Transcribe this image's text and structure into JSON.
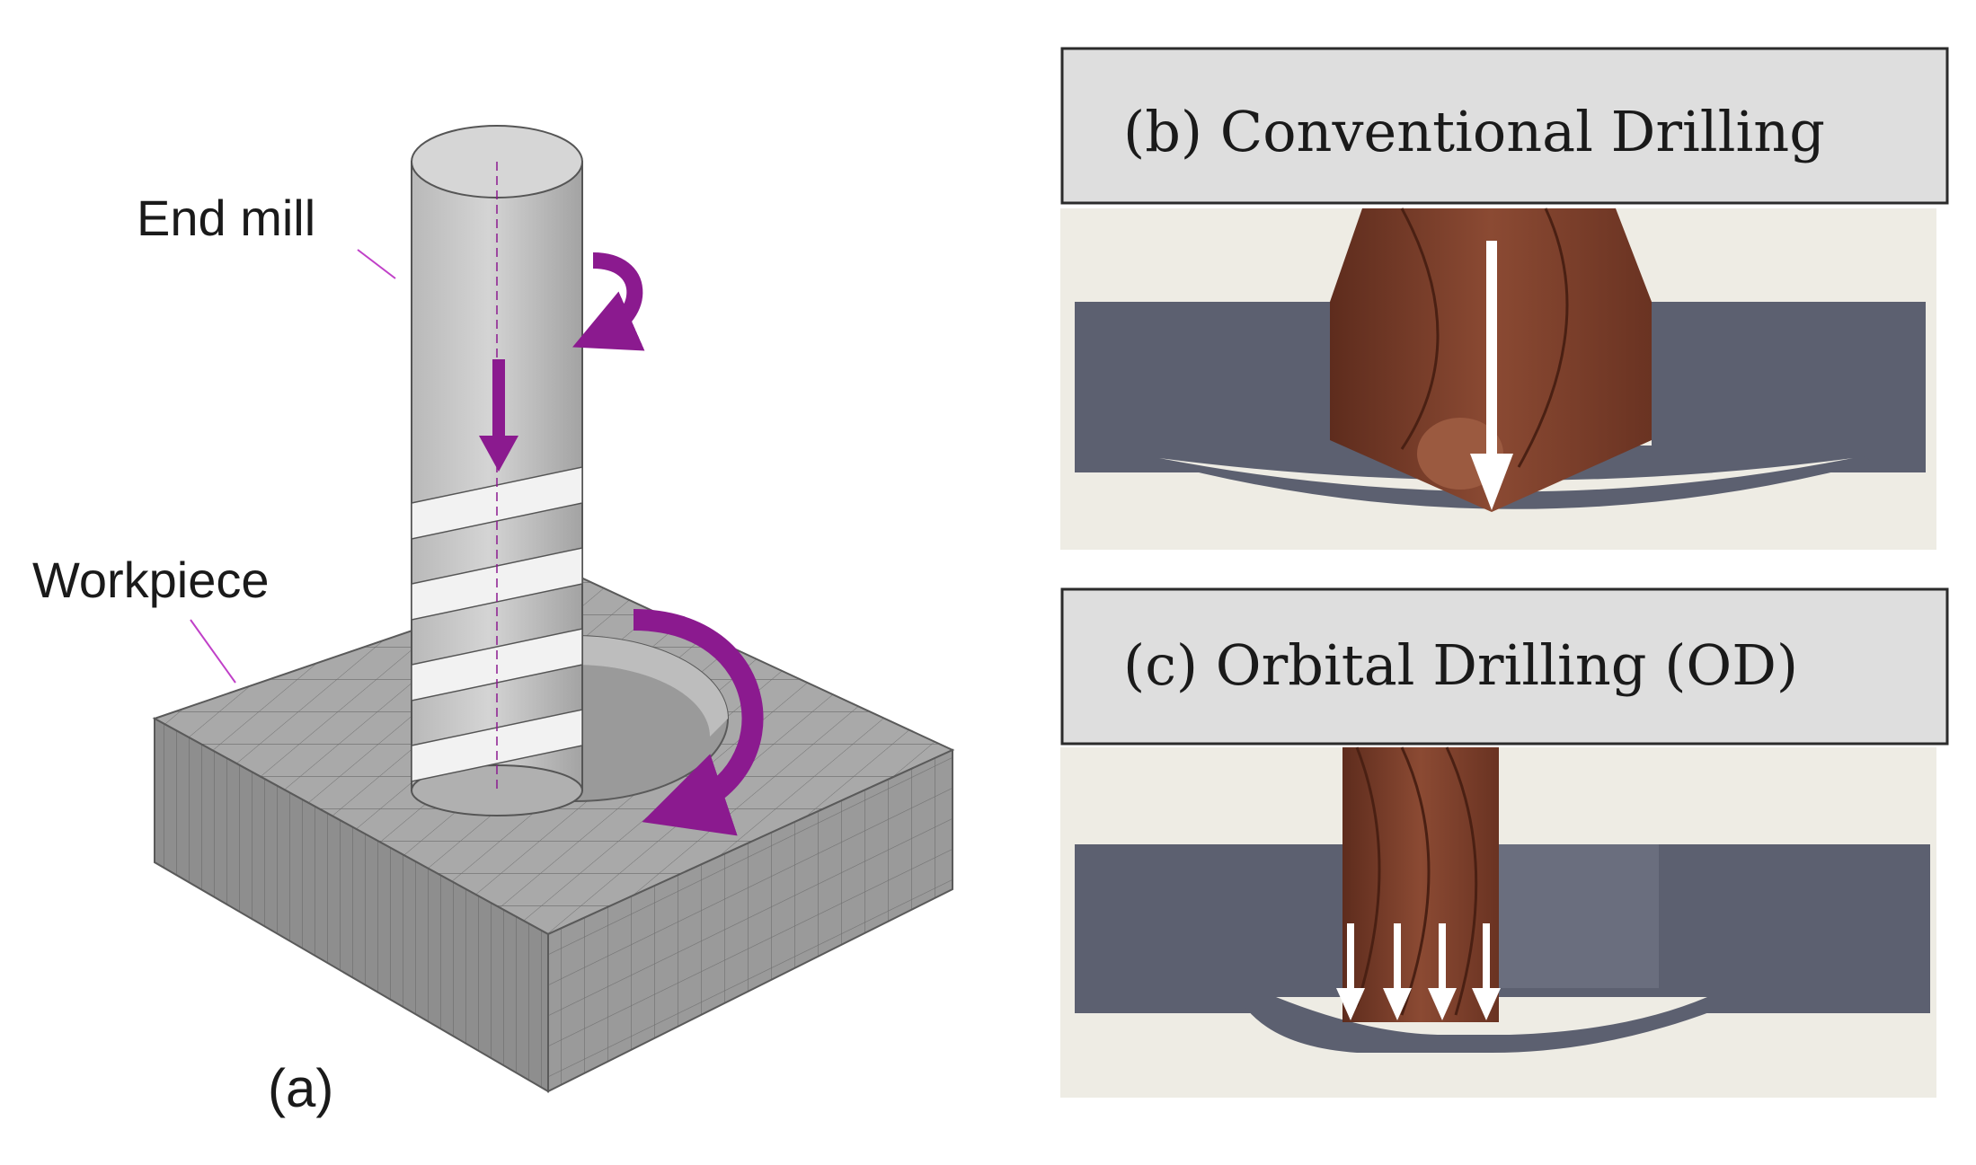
{
  "panel_a": {
    "end_mill_label": "End mill",
    "workpiece_label": "Workpiece",
    "caption": "(a)"
  },
  "panel_b": {
    "title": "(b) Conventional Drilling"
  },
  "panel_c": {
    "title": "(c) Orbital Drilling (OD)"
  },
  "colors": {
    "arrow_purple": "#8b1a8f",
    "tool_copper": "#7a3c28",
    "plate_slate": "#5c6070",
    "header_gray": "#dedede",
    "background_cream": "#eeece4"
  }
}
